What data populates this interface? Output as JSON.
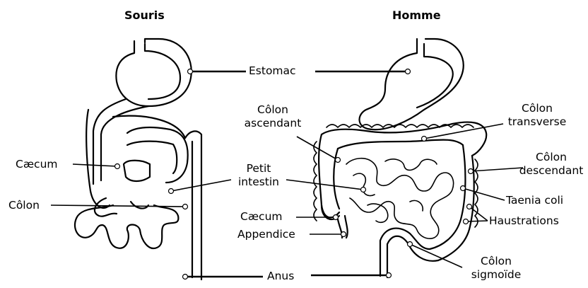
{
  "titles": {
    "left": "Souris",
    "right": "Homme"
  },
  "labels": {
    "estomac": "Estomac",
    "caecum_souris": "Cæcum",
    "colon_souris": "Côlon",
    "colon_ascendant_1": "Côlon",
    "colon_ascendant_2": "ascendant",
    "colon_transverse_1": "Côlon",
    "colon_transverse_2": "transverse",
    "colon_descendant_1": "Côlon",
    "colon_descendant_2": "descendant",
    "petit_intestin_1": "Petit",
    "petit_intestin_2": "intestin",
    "taenia_coli": "Taenia coli",
    "caecum_homme": "Cæcum",
    "haustrations": "Haustrations",
    "appendice": "Appendice",
    "anus": "Anus",
    "colon_sigmoide_1": "Côlon",
    "colon_sigmoide_2": "sigmoïde"
  }
}
